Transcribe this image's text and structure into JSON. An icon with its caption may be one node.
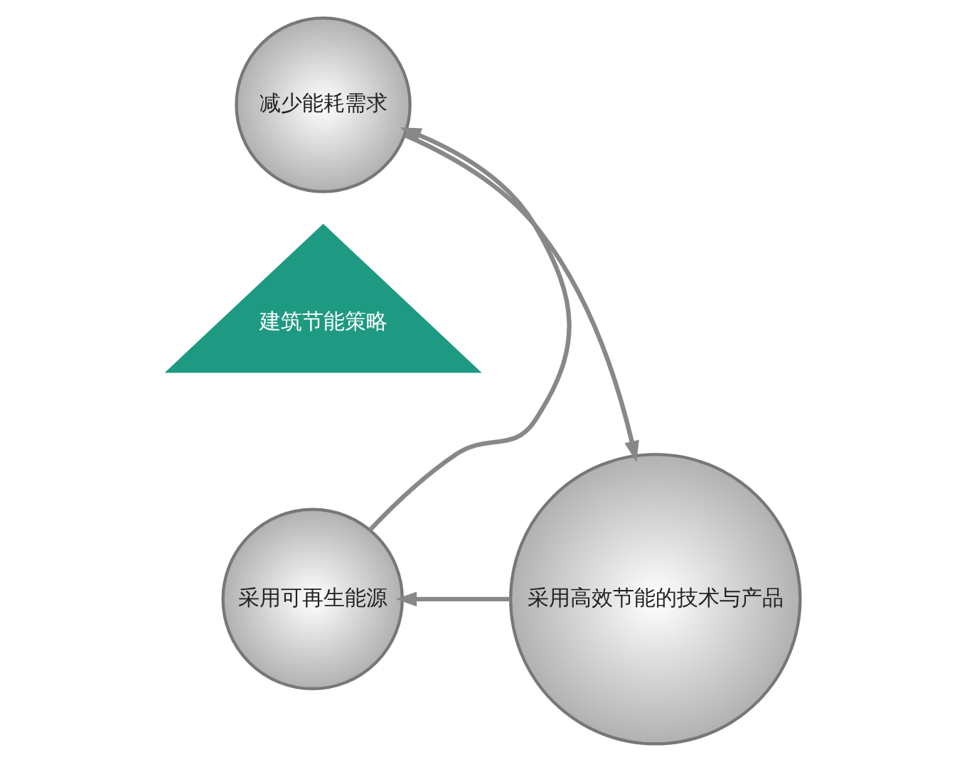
{
  "diagram": {
    "nodes": [
      {
        "text": [
          "减少能耗需求"
        ]
      },
      {
        "text": [
          "建筑节能策略"
        ]
      },
      {
        "text": [
          "采用可再生能源"
        ]
      },
      {
        "text": [
          "采用高效节能的技术与产品"
        ]
      }
    ],
    "edges": [
      {
        "from": 0,
        "to": 3,
        "arrow": "to"
      },
      {
        "from": 3,
        "to": 2,
        "arrow": "to"
      },
      {
        "from": 2,
        "to": 0,
        "arrow": "to"
      }
    ]
  }
}
